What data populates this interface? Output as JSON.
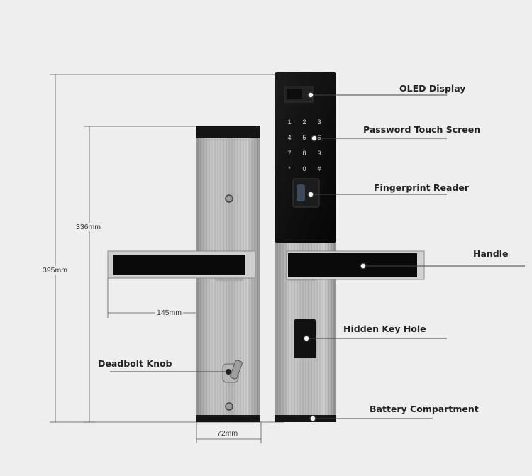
{
  "callouts": {
    "oled_display": "OLED Display",
    "password_touch_screen": "Password Touch Screen",
    "fingerprint_reader": "Fingerprint Reader",
    "handle": "Handle",
    "hidden_key_hole": "Hidden Key Hole",
    "battery_compartment": "Battery Compartment",
    "deadbolt_knob": "Deadbolt Knob"
  },
  "dimensions": {
    "overall_height": "395mm",
    "panel_height": "336mm",
    "handle_length": "145mm",
    "panel_width": "72mm"
  },
  "keypad": {
    "rows": [
      [
        "1",
        "2",
        "3"
      ],
      [
        "4",
        "5",
        "6"
      ],
      [
        "7",
        "8",
        "9"
      ],
      [
        "*",
        "0",
        "#"
      ]
    ]
  },
  "colors": {
    "background": "#eeeeee",
    "glass_panel": "#0a0a0a",
    "steel": "#b3b3b3"
  }
}
